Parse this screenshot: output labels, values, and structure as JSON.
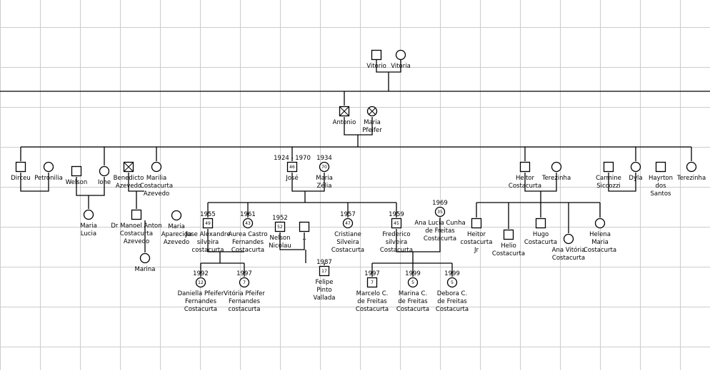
{
  "colors": {
    "grid": "#cccccc",
    "line": "#000000",
    "fill": "#ffffff"
  },
  "people": [
    {
      "id": "vitorio",
      "sex": "m",
      "deceased": false,
      "label": [
        "Vitorio"
      ],
      "year": "",
      "age": ""
    },
    {
      "id": "vitoria",
      "sex": "f",
      "deceased": false,
      "label": [
        "Vitoria"
      ],
      "year": "",
      "age": ""
    },
    {
      "id": "antonio",
      "sex": "m",
      "deceased": true,
      "label": [
        "Antonio"
      ],
      "year": "",
      "age": ""
    },
    {
      "id": "maria_pfeifer",
      "sex": "f",
      "deceased": true,
      "label": [
        "Maria",
        "Pfeifer"
      ],
      "year": "",
      "age": ""
    },
    {
      "id": "dirceu",
      "sex": "m",
      "deceased": false,
      "label": [
        "Dirceu"
      ],
      "year": "",
      "age": ""
    },
    {
      "id": "petronilia",
      "sex": "f",
      "deceased": false,
      "label": [
        "Petronilia"
      ],
      "year": "",
      "age": ""
    },
    {
      "id": "welson",
      "sex": "m",
      "deceased": false,
      "label": [
        "Welson"
      ],
      "year": "",
      "age": ""
    },
    {
      "id": "ione",
      "sex": "f",
      "deceased": false,
      "label": [
        "Ione"
      ],
      "year": "",
      "age": ""
    },
    {
      "id": "benedicto",
      "sex": "m",
      "deceased": true,
      "label": [
        "Benedicto",
        "Azevedo"
      ],
      "year": "",
      "age": ""
    },
    {
      "id": "marilia",
      "sex": "f",
      "deceased": false,
      "label": [
        "Marilia",
        "Costacurta",
        "Azevedo"
      ],
      "year": "",
      "age": ""
    },
    {
      "id": "jose",
      "sex": "m",
      "deceased": false,
      "label": [
        "José"
      ],
      "year": "1924 - 1970",
      "age": "46"
    },
    {
      "id": "maria_zelia",
      "sex": "f",
      "deceased": false,
      "label": [
        "Maria",
        "Zélia"
      ],
      "year": "1934",
      "age": "70"
    },
    {
      "id": "heitor",
      "sex": "m",
      "deceased": false,
      "label": [
        "Heitor",
        "Costacurta"
      ],
      "year": "",
      "age": ""
    },
    {
      "id": "terezinha1",
      "sex": "f",
      "deceased": false,
      "label": [
        "Terezinha"
      ],
      "year": "",
      "age": ""
    },
    {
      "id": "carmine",
      "sex": "m",
      "deceased": false,
      "label": [
        "Carmine",
        "Siccozzi"
      ],
      "year": "",
      "age": ""
    },
    {
      "id": "dyla",
      "sex": "f",
      "deceased": false,
      "label": [
        "Dyla"
      ],
      "year": "",
      "age": ""
    },
    {
      "id": "hayrton",
      "sex": "m",
      "deceased": false,
      "label": [
        "Hayrton",
        "dos",
        "Santos"
      ],
      "year": "",
      "age": ""
    },
    {
      "id": "terezinha2",
      "sex": "f",
      "deceased": false,
      "label": [
        "Terezinha"
      ],
      "year": "",
      "age": ""
    },
    {
      "id": "maria_lucia",
      "sex": "f",
      "deceased": false,
      "label": [
        "Maria",
        "Lucia"
      ],
      "year": "",
      "age": ""
    },
    {
      "id": "manoel",
      "sex": "m",
      "deceased": false,
      "label": [
        "Dr Manoel Anton",
        "Costacurta",
        "Azevedo"
      ],
      "year": "",
      "age": ""
    },
    {
      "id": "maria_aparecida",
      "sex": "f",
      "deceased": false,
      "label": [
        "Maria",
        "Aparecida",
        "Azevedo"
      ],
      "year": "",
      "age": ""
    },
    {
      "id": "marina",
      "sex": "f",
      "deceased": false,
      "label": [
        "Marina"
      ],
      "year": "",
      "age": ""
    },
    {
      "id": "jose_alexandre",
      "sex": "m",
      "deceased": false,
      "label": [
        "Jose Alexandre",
        "silveira",
        "costacurta"
      ],
      "year": "1955",
      "age": "49"
    },
    {
      "id": "aurea",
      "sex": "f",
      "deceased": false,
      "label": [
        "Aurea Castro",
        "Fernandes",
        "Costacurta"
      ],
      "year": "1961",
      "age": "43"
    },
    {
      "id": "nelson",
      "sex": "m",
      "deceased": false,
      "label": [
        "Nelson",
        "Nicolau"
      ],
      "year": "1952",
      "age": "52"
    },
    {
      "id": "unknown",
      "sex": "m",
      "deceased": false,
      "label": [
        ".."
      ],
      "year": "",
      "age": ""
    },
    {
      "id": "cristiane",
      "sex": "f",
      "deceased": false,
      "label": [
        "Cristiane",
        "Silveira",
        "Costacurta"
      ],
      "year": "1957",
      "age": "47"
    },
    {
      "id": "frederico",
      "sex": "m",
      "deceased": false,
      "label": [
        "Frederico",
        "silveira",
        "Costacurta"
      ],
      "year": "1959",
      "age": "45"
    },
    {
      "id": "ana_lucia",
      "sex": "f",
      "deceased": false,
      "label": [
        "Ana Lucia Cunha",
        "de Freitas",
        "Costacurta"
      ],
      "year": "1969",
      "age": "35"
    },
    {
      "id": "heitor_jr",
      "sex": "m",
      "deceased": false,
      "label": [
        "Heitor",
        "costacurta",
        "Jr"
      ],
      "year": "",
      "age": ""
    },
    {
      "id": "helio",
      "sex": "m",
      "deceased": false,
      "label": [
        "Helio",
        "Costacurta"
      ],
      "year": "",
      "age": ""
    },
    {
      "id": "hugo",
      "sex": "m",
      "deceased": false,
      "label": [
        "Hugo",
        "Costacurta"
      ],
      "year": "",
      "age": ""
    },
    {
      "id": "ana_vitoria",
      "sex": "f",
      "deceased": false,
      "label": [
        "Ana Vitória",
        "Costacurta"
      ],
      "year": "",
      "age": ""
    },
    {
      "id": "helena",
      "sex": "f",
      "deceased": false,
      "label": [
        "Helena",
        "Maria",
        "Costacurta"
      ],
      "year": "",
      "age": ""
    },
    {
      "id": "daniella",
      "sex": "f",
      "deceased": false,
      "label": [
        "Daniella Pfeifer",
        "Fernandes",
        "Costacurta"
      ],
      "year": "1992",
      "age": "12"
    },
    {
      "id": "vitoria_p",
      "sex": "f",
      "deceased": false,
      "label": [
        "Vitória Pfeifer",
        "Fernandes",
        "costacurta"
      ],
      "year": "1997",
      "age": "7"
    },
    {
      "id": "felipe",
      "sex": "m",
      "deceased": false,
      "label": [
        "Felipe",
        "Pinto",
        "Vallada"
      ],
      "year": "1987",
      "age": "17"
    },
    {
      "id": "marcelo",
      "sex": "m",
      "deceased": false,
      "label": [
        "Marcelo C.",
        "de Freitas",
        "Costacurta"
      ],
      "year": "1997",
      "age": "7"
    },
    {
      "id": "marina_c",
      "sex": "f",
      "deceased": false,
      "label": [
        "Marina C.",
        "de Freitas",
        "Costacurta"
      ],
      "year": "1999",
      "age": "5"
    },
    {
      "id": "debora",
      "sex": "f",
      "deceased": false,
      "label": [
        "Debora C.",
        "de Freitas",
        "Costacurta"
      ],
      "year": "1999",
      "age": "5"
    }
  ]
}
